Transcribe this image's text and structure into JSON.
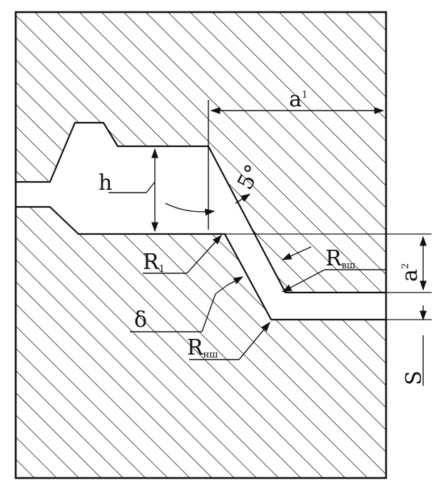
{
  "labels": {
    "a1": {
      "main": "a",
      "sub": "1"
    },
    "a2": {
      "main": "a",
      "sub": "2"
    },
    "h": {
      "main": "h"
    },
    "angle": {
      "main": "5°"
    },
    "r1": {
      "main": "R",
      "sub": "1"
    },
    "r_vsh": {
      "main": "R",
      "sub": "вш"
    },
    "r_nsh": {
      "main": "R",
      "sub": "нш"
    },
    "delta": {
      "main": "δ"
    },
    "s": {
      "main": "S"
    }
  },
  "colors": {
    "line": "#111111",
    "hatch": "#111111",
    "background": "#ffffff"
  }
}
